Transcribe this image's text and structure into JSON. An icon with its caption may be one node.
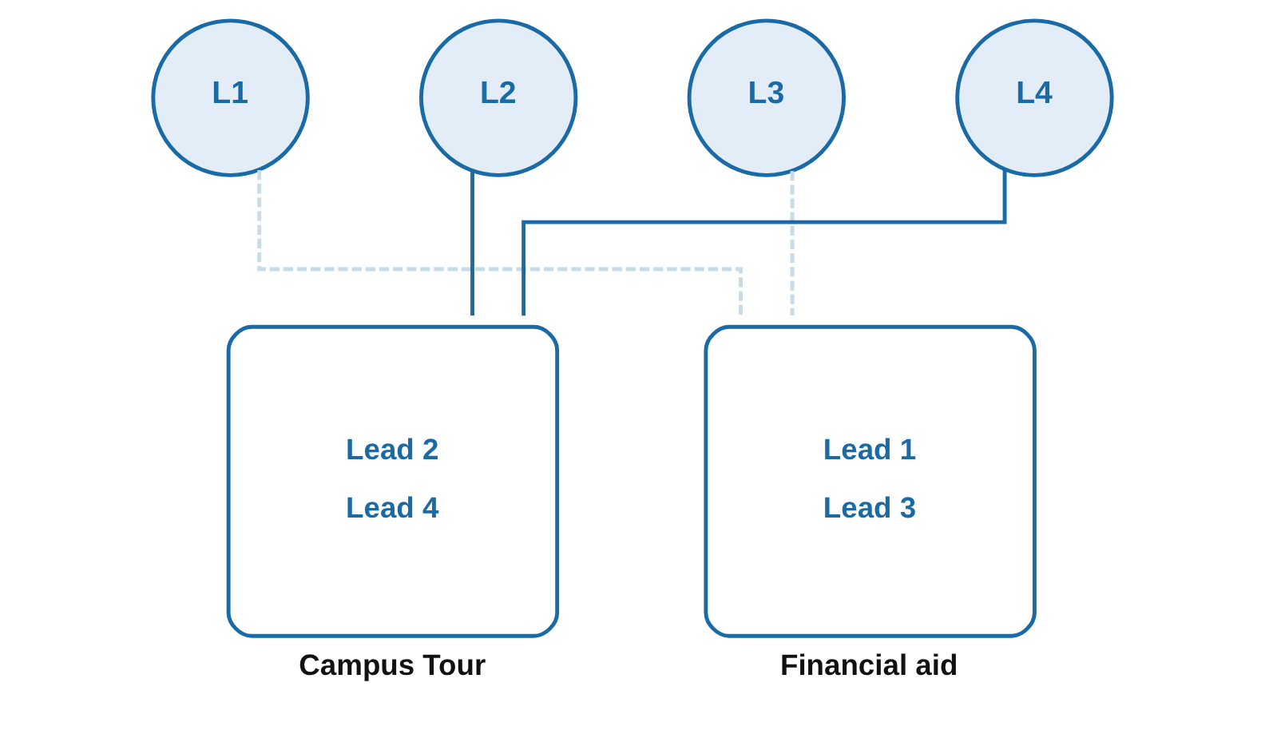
{
  "diagram": {
    "nodes": [
      {
        "text": [
          "L1"
        ]
      },
      {
        "text": [
          "L2"
        ]
      },
      {
        "text": [
          "L3"
        ]
      },
      {
        "text": [
          "L4"
        ]
      },
      {
        "text": [
          "Lead 2",
          "Lead 4"
        ],
        "beside": [
          "Campus Tour"
        ]
      },
      {
        "text": [
          "Lead 1",
          "Lead 3"
        ],
        "beside": [
          "Financial aid"
        ]
      }
    ],
    "edges": [
      {
        "from": 0,
        "to": 5,
        "arrow": "none",
        "style": "dashed",
        "color": "#c8dbe8"
      },
      {
        "from": 1,
        "to": 4,
        "arrow": "none",
        "color": "#1a6aa5"
      },
      {
        "from": 2,
        "to": 5,
        "arrow": "none",
        "style": "dashed",
        "color": "#c8dbe8"
      },
      {
        "from": 3,
        "to": 4,
        "arrow": "none",
        "color": "#1a6aa5"
      }
    ]
  }
}
